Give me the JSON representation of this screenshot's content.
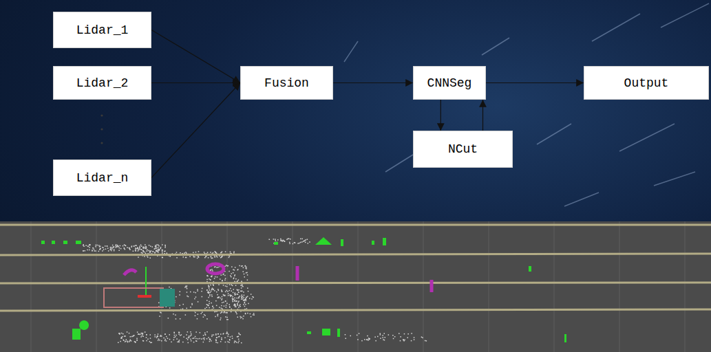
{
  "diagram": {
    "nodes": [
      {
        "text": [
          "Lidar_1"
        ]
      },
      {
        "text": [
          "Lidar_2"
        ]
      },
      {
        "text": [
          "Lidar_n"
        ]
      },
      {
        "text": [
          "Fusion"
        ]
      },
      {
        "text": [
          "CNNSeg"
        ]
      },
      {
        "text": [
          "Output"
        ]
      },
      {
        "text": [
          "NCut"
        ]
      }
    ],
    "edges": [
      {
        "from": 0,
        "to": 3,
        "arrow": "to"
      },
      {
        "from": 1,
        "to": 3,
        "arrow": "to"
      },
      {
        "from": 2,
        "to": 3,
        "arrow": "to"
      },
      {
        "from": 3,
        "to": 4,
        "arrow": "to"
      },
      {
        "from": 4,
        "to": 5,
        "arrow": "to"
      },
      {
        "from": 4,
        "to": 6,
        "arrow": "to"
      },
      {
        "from": 6,
        "to": 4,
        "arrow": "to"
      }
    ]
  }
}
